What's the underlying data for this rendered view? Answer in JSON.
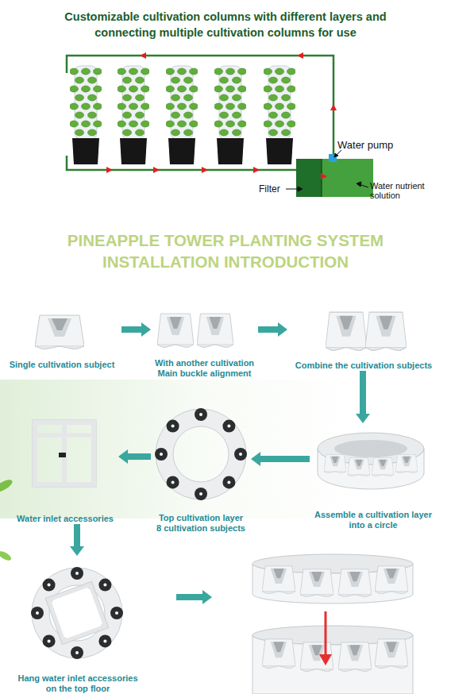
{
  "diagram": {
    "title": "Customizable cultivation columns with different layers and connecting multiple cultivation columns for use",
    "nodes": [
      {
        "text": [
          "Single cultivation subject"
        ]
      },
      {
        "text": [
          "With another cultivation Main buckle alignment"
        ]
      },
      {
        "text": [
          "Combine the cultivation subjects"
        ]
      },
      {
        "text": [
          "Assemble a cultivation layer into a circle"
        ]
      },
      {
        "text": [
          "Top cultivation layer 8 cultivation subjects"
        ]
      },
      {
        "text": [
          "Water inlet accessories"
        ]
      },
      {
        "text": [
          "Hang water inlet accessories on the top floor"
        ]
      }
    ],
    "edges": [
      {
        "from": 0,
        "to": 1,
        "arrow": "to"
      },
      {
        "from": 1,
        "to": 2,
        "arrow": "to"
      },
      {
        "from": 2,
        "to": 3,
        "arrow": "to"
      },
      {
        "from": 3,
        "to": 4,
        "arrow": "to"
      },
      {
        "from": 4,
        "to": 5,
        "arrow": "to"
      },
      {
        "from": 5,
        "to": 6,
        "arrow": "to"
      }
    ],
    "labels": [
      "Water pump",
      "Filter",
      "Water nutrient solution",
      "PINEAPPLE TOWER PLANTING SYSTEM INSTALLATION INTRODUCTION"
    ]
  }
}
